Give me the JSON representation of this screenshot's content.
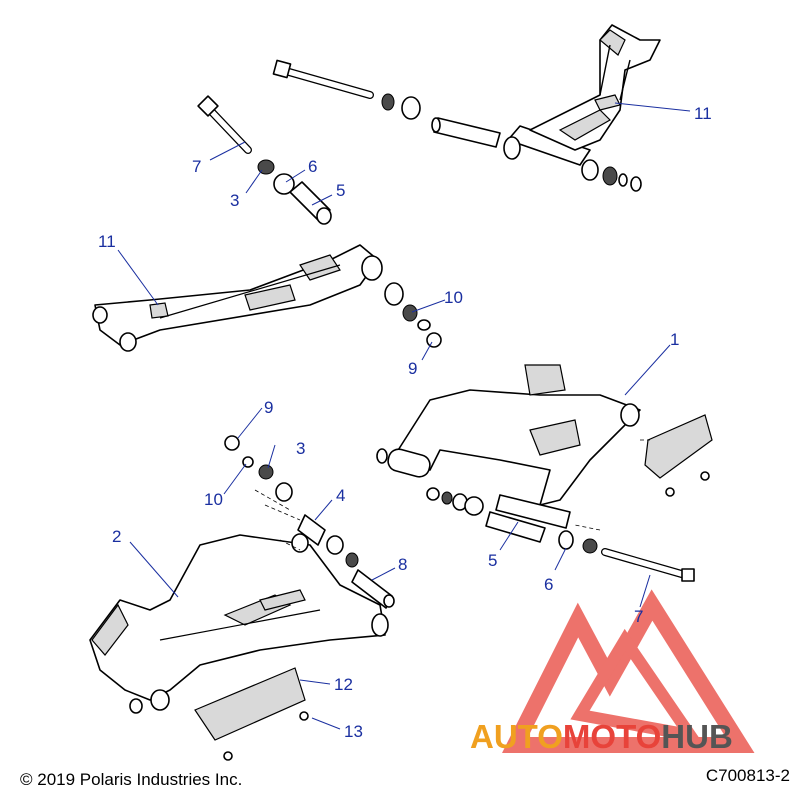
{
  "callouts": [
    {
      "id": "c7a",
      "label": "7"
    },
    {
      "id": "c6a",
      "label": "6"
    },
    {
      "id": "c3a",
      "label": "3"
    },
    {
      "id": "c5a",
      "label": "5"
    },
    {
      "id": "c11a",
      "label": "11"
    },
    {
      "id": "c11b",
      "label": "11"
    },
    {
      "id": "c10a",
      "label": "10"
    },
    {
      "id": "c9a",
      "label": "9"
    },
    {
      "id": "c1",
      "label": "1"
    },
    {
      "id": "c9b",
      "label": "9"
    },
    {
      "id": "c3b",
      "label": "3"
    },
    {
      "id": "c10b",
      "label": "10"
    },
    {
      "id": "c4",
      "label": "4"
    },
    {
      "id": "c2",
      "label": "2"
    },
    {
      "id": "c8",
      "label": "8"
    },
    {
      "id": "c5b",
      "label": "5"
    },
    {
      "id": "c6b",
      "label": "6"
    },
    {
      "id": "c7b",
      "label": "7"
    },
    {
      "id": "c12",
      "label": "12"
    },
    {
      "id": "c13",
      "label": "13"
    }
  ],
  "footer": {
    "copyright": "© 2019 Polaris Industries Inc.",
    "drawing_id": "C700813-2"
  },
  "watermark": {
    "part1": "AUTO",
    "part2": "MOTO",
    "part3": "HUB",
    "color_red": "#e8433a",
    "color_orange": "#f0a020",
    "color_grey": "#555555"
  }
}
